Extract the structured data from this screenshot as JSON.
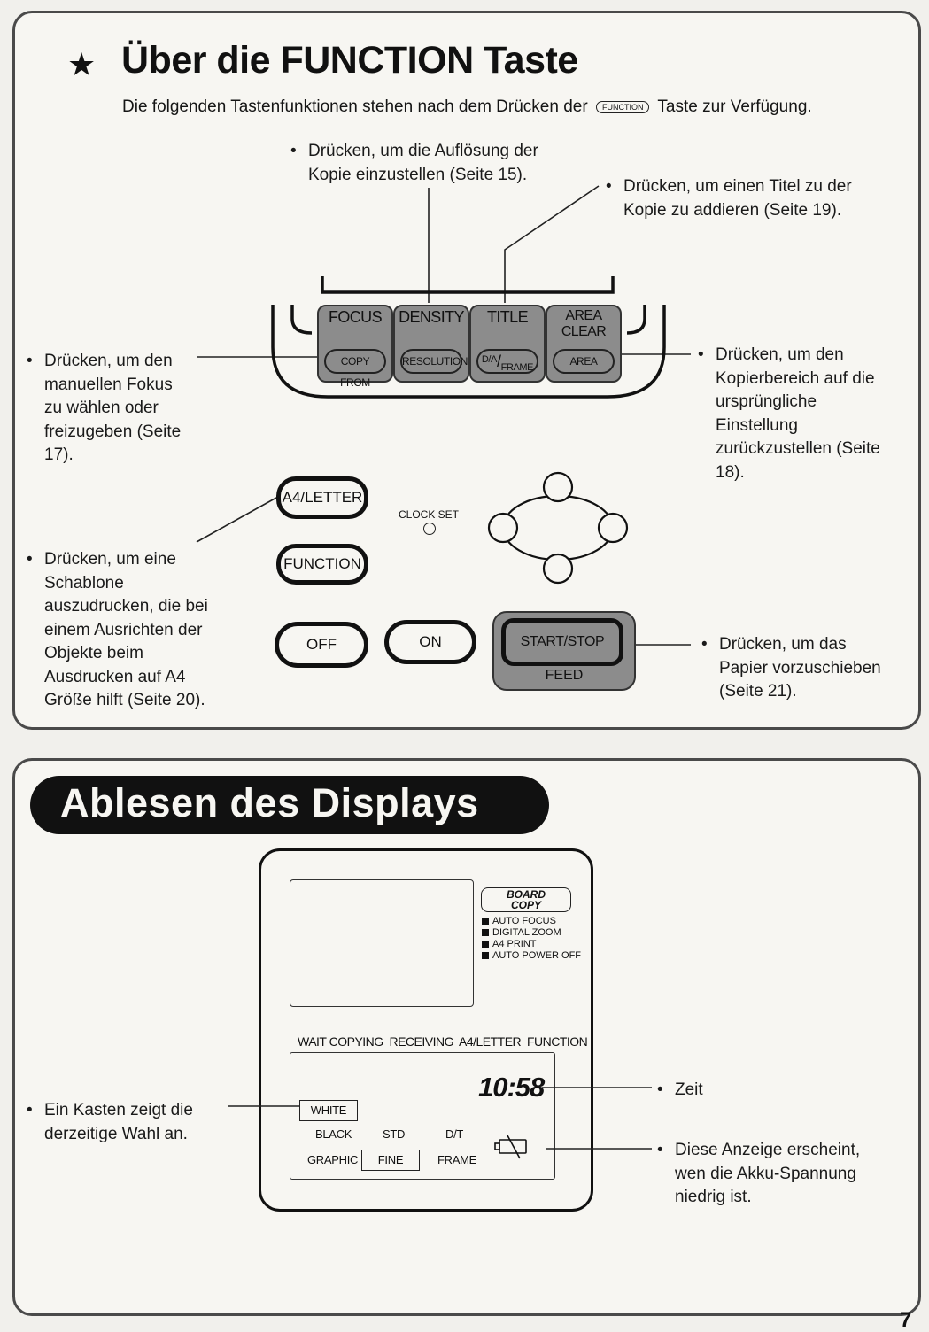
{
  "function_section": {
    "title": "Über die FUNCTION Taste",
    "intro_before": "Die folgenden Tastenfunktionen stehen nach dem Drücken der",
    "intro_key": "FUNCTION",
    "intro_after": "Taste zur Verfügung.",
    "callouts": {
      "density": [
        "Drücken, um die Auflösung der",
        "Kopie einzustellen (Seite 15)."
      ],
      "title": [
        "Drücken, um einen Titel zu der",
        "Kopie zu addieren (Seite 19)."
      ],
      "focus": [
        "Drücken, um den",
        "manuellen Fokus",
        "zu wählen oder",
        "freizugeben (Seite",
        "17)."
      ],
      "area": [
        "Drücken, um den",
        "Kopierbereich auf die",
        "ursprüngliche",
        "Einstellung",
        "zurückzustellen (Seite",
        "18)."
      ],
      "a4": [
        "Drücken, um eine",
        "Schablone",
        "auszudrucken, die bei",
        "einem Ausrichten der",
        "Objekte beim",
        "Ausdrucken auf A4",
        "Größe hilft (Seite 20)."
      ],
      "feed": [
        "Drücken, um das",
        "Papier vorzuschieben",
        "(Seite 21)."
      ]
    },
    "panel_buttons": [
      {
        "top": "FOCUS",
        "sub": "COPY FROM"
      },
      {
        "top": "DENSITY",
        "sub": "RESOLUTION"
      },
      {
        "top": "TITLE",
        "sub_a": "D/A",
        "sub_b": "FRAME"
      },
      {
        "top": "AREA CLEAR",
        "sub": "AREA"
      }
    ],
    "buttons": {
      "a4letter": "A4/LETTER",
      "function": "FUNCTION",
      "off": "OFF",
      "on": "ON",
      "start_stop": "START/STOP",
      "feed": "FEED",
      "clock_set": "CLOCK SET"
    }
  },
  "display_section": {
    "title": "Ablesen des Displays",
    "board_copy": [
      "BOARD",
      "COPY"
    ],
    "indicators": [
      "AUTO FOCUS",
      "DIGITAL ZOOM",
      "A4 PRINT",
      "AUTO POWER OFF"
    ],
    "status_labels": "WAIT COPYING  RECEIVING  A4/LETTER  FUNCTION",
    "time": "10:58",
    "modes": {
      "white": "WHITE",
      "black": "BLACK",
      "graphic": "GRAPHIC",
      "std": "STD",
      "fine": "FINE",
      "dt": "D/T",
      "frame": "FRAME"
    },
    "callouts": {
      "box": [
        "Ein Kasten zeigt die",
        "derzeitige Wahl an."
      ],
      "time": "Zeit",
      "battery": [
        "Diese Anzeige erscheint,",
        "wen die Akku-Spannung",
        "niedrig ist."
      ]
    }
  },
  "page_number": "7",
  "icons": [
    "star-icon",
    "low-battery-icon",
    "cursor-pad-icon",
    "clock-set-indicator-icon"
  ]
}
